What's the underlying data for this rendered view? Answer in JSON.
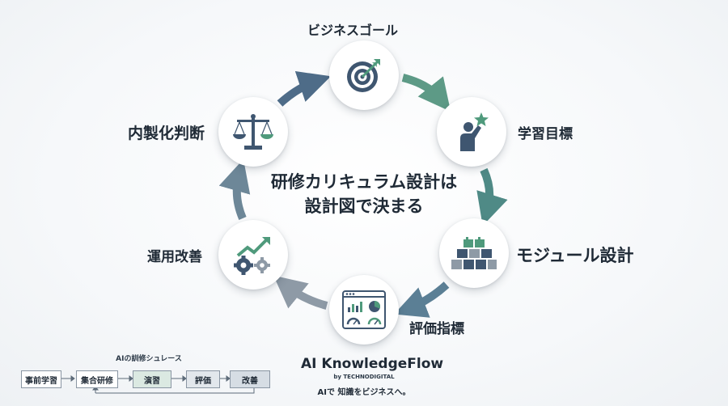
{
  "center_title": {
    "line1": "研修カリキュラム設計は",
    "line2": "設計図で決まる"
  },
  "cycle": {
    "nodes": [
      {
        "label": "ビジネスゴール",
        "icon": "target-icon"
      },
      {
        "label": "学習目標",
        "icon": "person-star-icon"
      },
      {
        "label": "モジュール設計",
        "icon": "building-blocks-icon"
      },
      {
        "label": "評価指標",
        "icon": "dashboard-icon"
      },
      {
        "label": "運用改善",
        "icon": "gears-growth-icon"
      },
      {
        "label": "内製化判断",
        "icon": "scale-icon"
      }
    ],
    "arrow_colors": [
      "#5d9a86",
      "#4f8a86",
      "#5b7f95",
      "#8e9aa6",
      "#6d8798",
      "#4e6c88"
    ]
  },
  "training_flow": {
    "title": "AIの訓修シュレース",
    "steps": [
      "事前学習",
      "集合研修",
      "演習",
      "評価",
      "改善"
    ]
  },
  "brand": {
    "name": "AI KnowledgeFlow",
    "byline": "by TECHNODIGITAL",
    "tagline": "AIで 知識をビジネスへ。"
  },
  "colors": {
    "navy": "#3f5670",
    "green": "#4f9a7c",
    "slate": "#7f8e9c",
    "text": "#1f2a36"
  }
}
